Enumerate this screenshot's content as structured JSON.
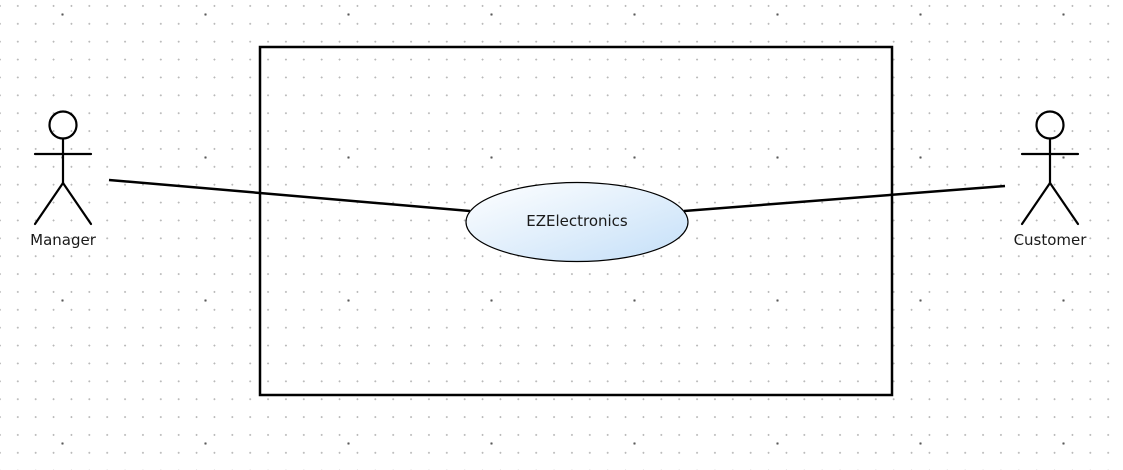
{
  "diagram": {
    "type": "use-case",
    "system_boundary": {
      "label": ""
    },
    "use_case": {
      "label": "EZElectronics",
      "fill_start": "#ffffff",
      "fill_end": "#c4dff8"
    },
    "actors": [
      {
        "id": "manager",
        "label": "Manager"
      },
      {
        "id": "customer",
        "label": "Customer"
      }
    ],
    "associations": [
      {
        "from": "Manager",
        "to": "EZElectronics"
      },
      {
        "from": "Customer",
        "to": "EZElectronics"
      }
    ]
  }
}
